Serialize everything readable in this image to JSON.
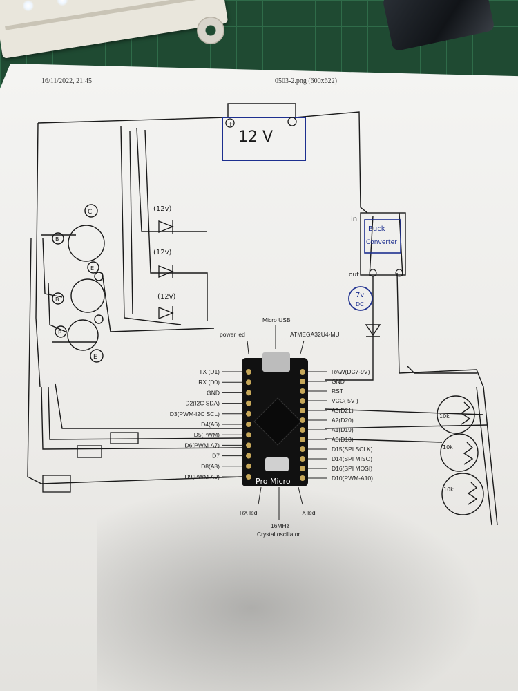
{
  "print_header": {
    "date": "16/11/2022, 21:45",
    "filename": "0503-2.png (600x622)"
  },
  "board": {
    "name": "Pro Micro",
    "top_labels": {
      "power_led": "power led",
      "micro_usb": "Micro USB",
      "chip": "ATMEGA32U4-MU"
    },
    "bottom_labels": {
      "rx_led": "RX led",
      "crystal_line1": "16MHz",
      "crystal_line2": "Crystal oscillator",
      "tx_led": "TX led"
    },
    "left_pins": [
      "TX (D1)",
      "RX (D0)",
      "GND",
      "D2(I2C SDA)",
      "D3(PWM-I2C SCL)",
      "D4(A6)",
      "D5(PWM)",
      "D6(PWM-A7)",
      "D7",
      "D8(A8)",
      "D9(PWM-A9)"
    ],
    "right_pins": [
      "RAW(DC7-9V)",
      "GND",
      "RST",
      "VCC( 5V )",
      "A3(D21)",
      "A2(D20)",
      "A1(D19)",
      "A0(D18)",
      "D15(SPI SCLK)",
      "D14(SPI MISO)",
      "D16(SPI MOSI)",
      "D10(PWM-A10)"
    ]
  },
  "handwritten": {
    "battery": "12 V",
    "battery_plus": "+",
    "buck_in": "in",
    "buck_label_1": "Buck",
    "buck_label_2": "Converter",
    "buck_out": "out",
    "buck_v": "7v",
    "buck_dc": "DC",
    "led_label": "(12v)",
    "transistor_c": "C",
    "transistor_b": "B",
    "transistor_e": "E",
    "pot_label": "10k"
  },
  "colors": {
    "ink": "#1a1a1a",
    "blue_ink": "#1d2f8f",
    "board": "#111111"
  }
}
